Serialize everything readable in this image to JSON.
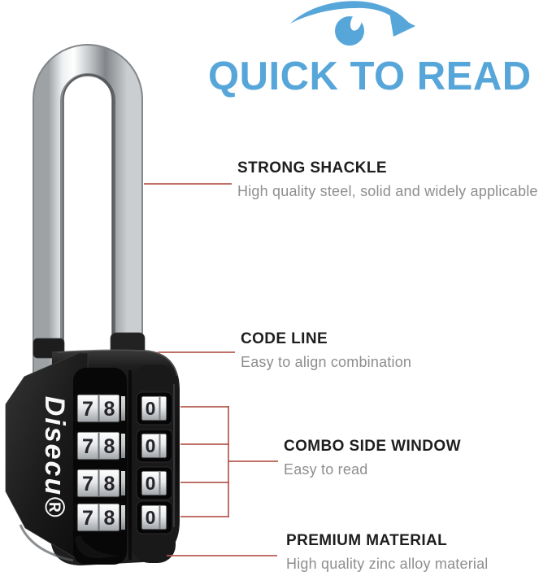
{
  "colors": {
    "accent_blue": "#57a6d9",
    "line_red": "#b4584e",
    "heading": "#1e1e1e",
    "subtext": "#8e8e8e"
  },
  "header": {
    "title": "QUICK TO READ",
    "icon": "eye-with-arrow-icon"
  },
  "brand": {
    "name": "Disecu®"
  },
  "lock": {
    "rows": 4,
    "front_dial_digits": [
      "7",
      "8"
    ],
    "side_window_digit": "0"
  },
  "features": [
    {
      "id": "strong-shackle",
      "title": "STRONG SHACKLE",
      "description": "High quality steel, solid and widely applicable"
    },
    {
      "id": "code-line",
      "title": "CODE LINE",
      "description": "Easy to align combination"
    },
    {
      "id": "combo-side-window",
      "title": "COMBO SIDE WINDOW",
      "description": "Easy to read"
    },
    {
      "id": "premium-material",
      "title": "PREMIUM MATERIAL",
      "description": "High quality zinc alloy material"
    }
  ]
}
